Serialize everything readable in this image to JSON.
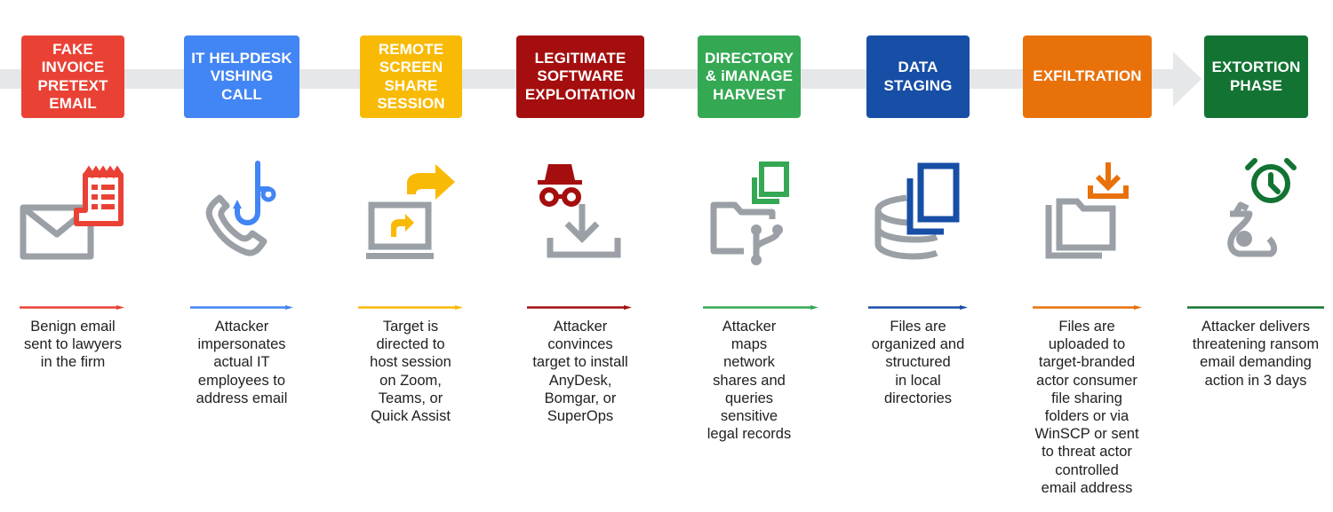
{
  "colors": {
    "gray": "#9aa0a6",
    "band": "#e6e7e9"
  },
  "stages": [
    {
      "title": "FAKE\nINVOICE\nPRETEXT\nEMAIL",
      "color": "#e94235",
      "icon": "envelope-with-invoice-icon",
      "description": "Benign email\nsent to lawyers\nin the firm"
    },
    {
      "title": "IT HELPDESK\nVISHING\nCALL",
      "color": "#4285f4",
      "icon": "phone-with-fishhook-icon",
      "description": "Attacker\nimpersonates\nactual IT\nemployees to\naddress email"
    },
    {
      "title": "REMOTE\nSCREEN\nSHARE\nSESSION",
      "color": "#f9ba05",
      "icon": "laptop-share-icon",
      "description": "Target is\ndirected to\nhost session\non Zoom,\nTeams, or\nQuick Assist"
    },
    {
      "title": "LEGITIMATE\nSOFTWARE\nEXPLOITATION",
      "color": "#a50e0e",
      "icon": "spy-download-icon",
      "description": "Attacker\nconvinces\ntarget to install\nAnyDesk,\nBomgar, or\nSuperOps"
    },
    {
      "title": "DIRECTORY\n& iMANAGE\nHARVEST",
      "color": "#34a853",
      "icon": "folder-network-icon",
      "description": "Attacker\nmaps\nnetwork\nshares and\nqueries\nsensitive\nlegal records"
    },
    {
      "title": "DATA\nSTAGING",
      "color": "#174ea6",
      "icon": "database-copy-icon",
      "description": "Files are\norganized and\nstructured\nin local\ndirectories"
    },
    {
      "title": "EXFILTRATION",
      "color": "#e8710a",
      "icon": "folder-upload-icon",
      "description": "Files are\nuploaded to\ntarget-branded\nactor consumer\nfile sharing\nfolders or via\nWinSCP or sent\nto threat actor\ncontrolled\nemail address"
    },
    {
      "title": "EXTORTION\nPHASE",
      "color": "#137333",
      "icon": "money-bag-alarm-icon",
      "description": "Attacker delivers\nthreatening ransom\nemail demanding\naction in 3 days"
    }
  ]
}
